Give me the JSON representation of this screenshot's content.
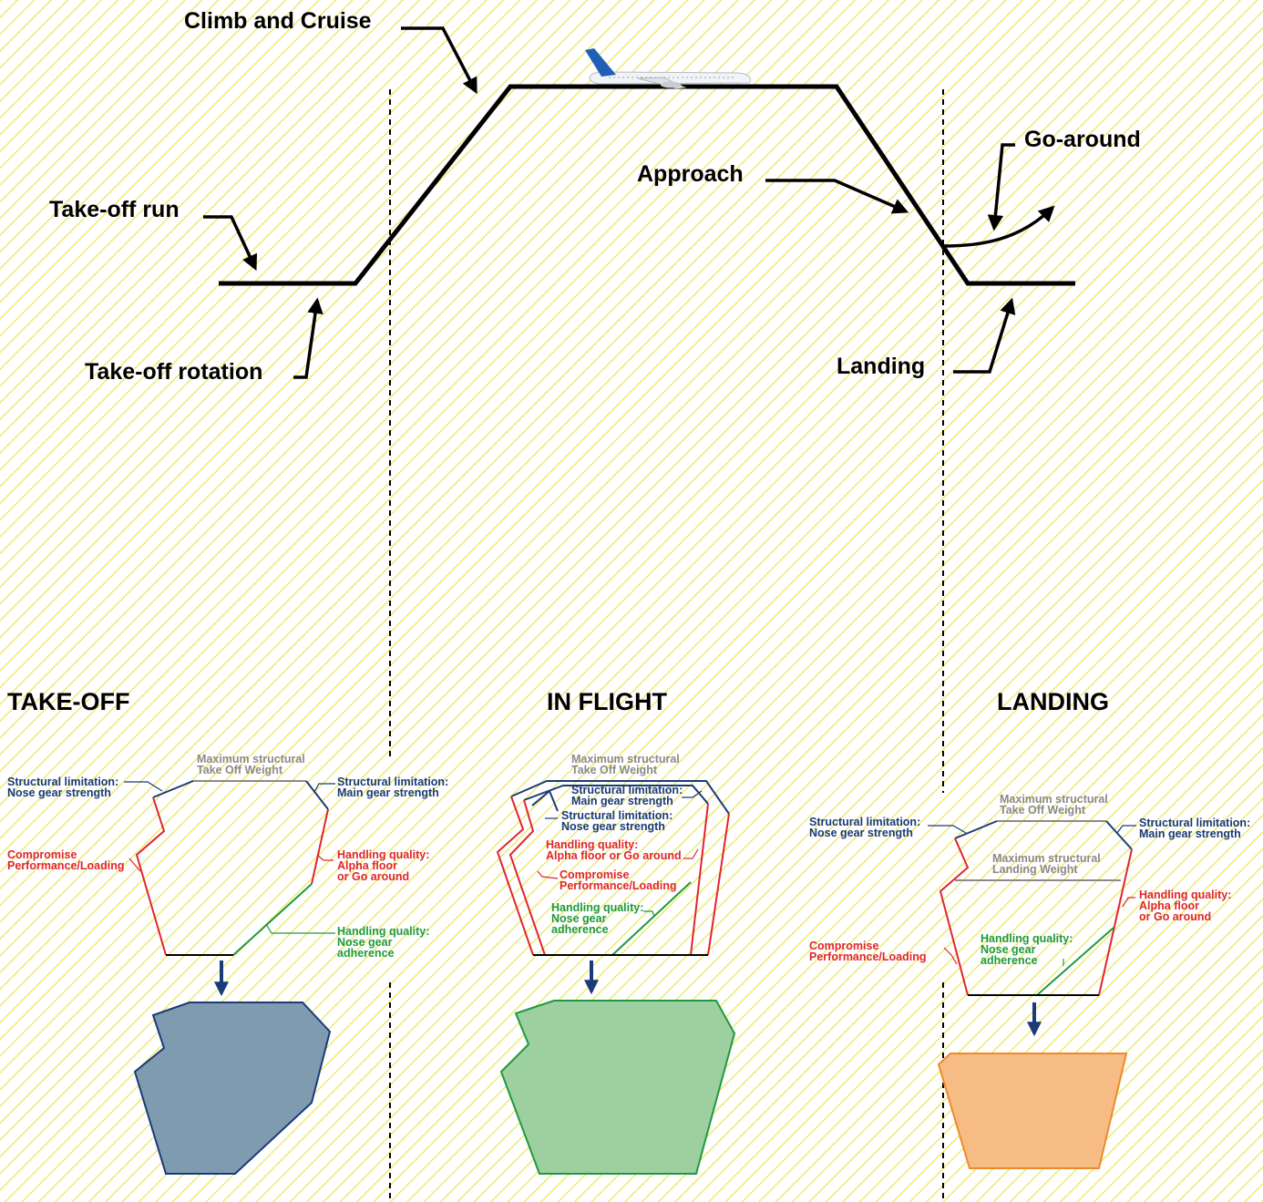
{
  "colors": {
    "hatch": "#e9e24a",
    "structural": "#1a3a78",
    "handling_alpha": "#e0262b",
    "compromise": "#e0262b",
    "handling_nose": "#1f9a3c",
    "mtow": "#8a8a8a",
    "takeoff_fill": "#7f9bb0",
    "inflight_fill": "#9dcfa0",
    "landing_fill": "#f6bc84"
  },
  "flight_profile": {
    "climb_cruise": "Climb and Cruise",
    "takeoff_run": "Take-off run",
    "takeoff_rotation": "Take-off rotation",
    "approach": "Approach",
    "go_around": "Go-around",
    "landing": "Landing"
  },
  "takeoff": {
    "title": "TAKE-OFF",
    "mtow": [
      "Maximum structural",
      "Take Off Weight"
    ],
    "struct_nose": [
      "Structural limitation:",
      "Nose gear strength"
    ],
    "struct_main": [
      "Structural limitation:",
      "Main gear strength"
    ],
    "compromise": [
      "Compromise",
      "Performance/Loading"
    ],
    "handling_alpha": [
      "Handling quality:",
      "Alpha floor",
      "or Go around"
    ],
    "handling_nose": [
      "Handling quality:",
      "Nose gear",
      "adherence"
    ]
  },
  "inflight": {
    "title": "IN FLIGHT",
    "mtow": [
      "Maximum structural",
      "Take Off Weight"
    ],
    "struct_main": [
      "Structural limitation:",
      "Main gear strength"
    ],
    "struct_nose": [
      "Structural limitation:",
      "Nose gear strength"
    ],
    "handling_alpha": [
      "Handling quality:",
      "Alpha floor or Go around"
    ],
    "compromise": [
      "Compromise",
      "Performance/Loading"
    ],
    "handling_nose": [
      "Handling quality:",
      "Nose gear",
      "adherence"
    ]
  },
  "landing": {
    "title": "LANDING",
    "mtow": [
      "Maximum structural",
      "Take Off Weight"
    ],
    "struct_nose": [
      "Structural limitation:",
      "Nose gear strength"
    ],
    "struct_main": [
      "Structural limitation:",
      "Main gear strength"
    ],
    "mlw": [
      "Maximum structural",
      "Landing Weight"
    ],
    "handling_alpha": [
      "Handling quality:",
      "Alpha floor",
      "or Go around"
    ],
    "compromise": [
      "Compromise",
      "Performance/Loading"
    ],
    "handling_nose": [
      "Handling quality:",
      "Nose gear",
      "adherence"
    ]
  }
}
